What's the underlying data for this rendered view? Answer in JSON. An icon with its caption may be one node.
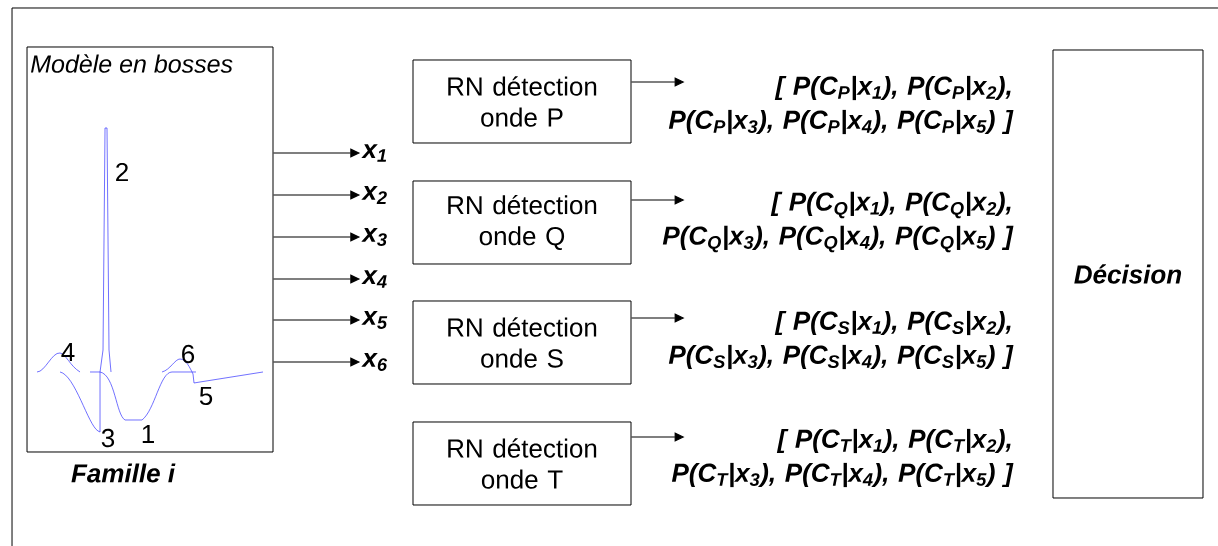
{
  "diagram": {
    "nodes": [
      {
        "text": [
          "Modèle en bosses"
        ],
        "beside": [
          "Famille i"
        ]
      },
      {
        "text": [
          "x$_{1}$"
        ]
      },
      {
        "text": [
          "x$_{2}$"
        ]
      },
      {
        "text": [
          "x$_{3}$"
        ]
      },
      {
        "text": [
          "x$_{4}$"
        ]
      },
      {
        "text": [
          "x$_{5}$"
        ]
      },
      {
        "text": [
          "x$_{6}$"
        ]
      },
      {
        "text": [
          "RN détection onde P"
        ]
      },
      {
        "text": [
          "[ P(C$_{P}$|x$_{1}$), P(C$_{P}$|x$_{2}$), P(C$_{P}$|x$_{3}$), P(C$_{P}$|x$_{4}$), P(C$_{P}$|x$_{5}$) ]"
        ]
      },
      {
        "text": [
          "RN détection onde Q"
        ]
      },
      {
        "text": [
          "[ P(C$_{Q}$|x$_{1}$), P(C$_{Q}$|x$_{2}$), P(C$_{Q}$|x$_{3}$), P(C$_{Q}$|x$_{4}$), P(C$_{Q}$|x$_{5}$) ]"
        ]
      },
      {
        "text": [
          "RN détection onde S"
        ]
      },
      {
        "text": [
          "[ P(C$_{S}$|x$_{1}$), P(C$_{S}$|x$_{2}$), P(C$_{S}$|x$_{3}$), P(C$_{S}$|x$_{4}$), P(C$_{S}$|x$_{5}$) ]"
        ]
      },
      {
        "text": [
          "RN détection onde T"
        ]
      },
      {
        "text": [
          "[ P(C$_{T}$|x$_{1}$), P(C$_{T}$|x$_{2}$), P(C$_{T}$|x$_{3}$), P(C$_{T}$|x$_{4}$), P(C$_{T}$|x$_{5}$) ]"
        ]
      },
      {
        "text": [
          "Décision"
        ]
      }
    ],
    "edges": [
      {
        "from": 0,
        "to": 1,
        "arrow": "to"
      },
      {
        "from": 0,
        "to": 2,
        "arrow": "to"
      },
      {
        "from": 0,
        "to": 3,
        "arrow": "to"
      },
      {
        "from": 0,
        "to": 4,
        "arrow": "to"
      },
      {
        "from": 0,
        "to": 5,
        "arrow": "to"
      },
      {
        "from": 0,
        "to": 6,
        "arrow": "to"
      },
      {
        "from": 7,
        "to": 8,
        "arrow": "to"
      },
      {
        "from": 9,
        "to": 10,
        "arrow": "to"
      },
      {
        "from": 11,
        "to": 12,
        "arrow": "to"
      },
      {
        "from": 13,
        "to": 14,
        "arrow": "to"
      }
    ],
    "labels": [
      "2",
      "4",
      "6",
      "5",
      "3",
      "1"
    ]
  }
}
